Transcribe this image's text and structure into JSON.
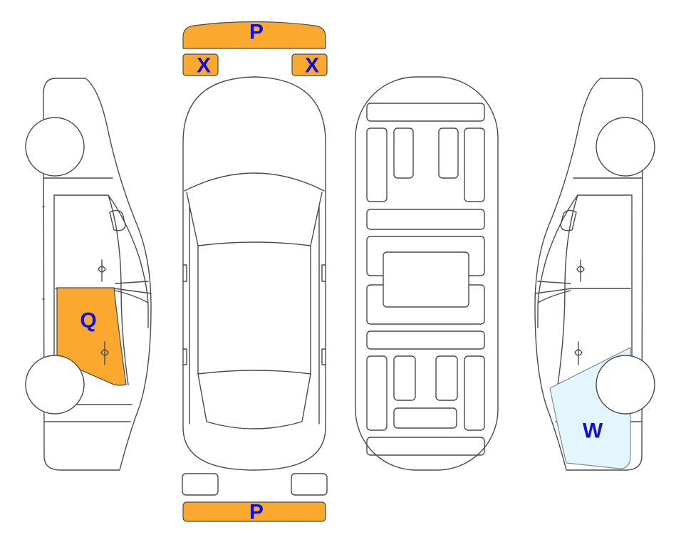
{
  "colors": {
    "damage_marked": "#fba92e",
    "light_marked": "#e3f5fd",
    "label_text": "#1010dd",
    "outline": "#4a4a4a"
  },
  "labels": {
    "front_bumper": "P",
    "front_left_lamp": "X",
    "front_right_lamp": "X",
    "left_rear_door": "Q",
    "right_rear_quarter": "W",
    "rear_bumper": "P"
  }
}
